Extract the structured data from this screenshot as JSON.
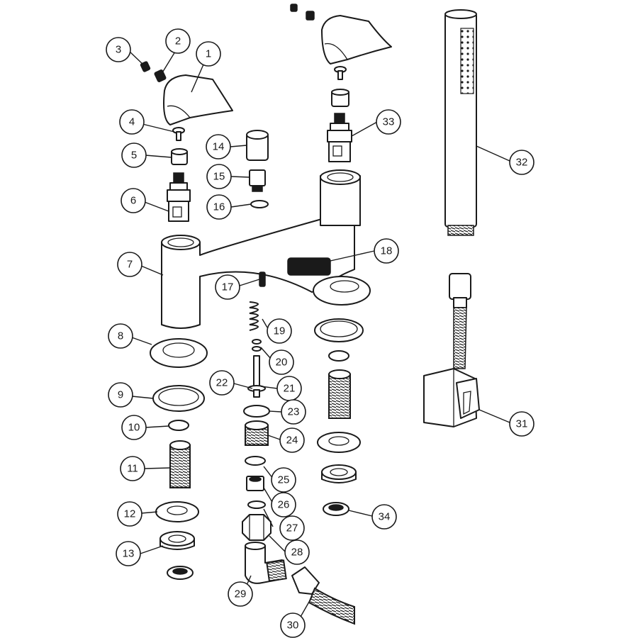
{
  "diagram": {
    "callouts": [
      {
        "id": "1",
        "label": "1"
      },
      {
        "id": "2",
        "label": "2"
      },
      {
        "id": "3",
        "label": "3"
      },
      {
        "id": "4",
        "label": "4"
      },
      {
        "id": "5",
        "label": "5"
      },
      {
        "id": "6",
        "label": "6"
      },
      {
        "id": "7",
        "label": "7"
      },
      {
        "id": "8",
        "label": "8"
      },
      {
        "id": "9",
        "label": "9"
      },
      {
        "id": "10",
        "label": "10"
      },
      {
        "id": "11",
        "label": "11"
      },
      {
        "id": "12",
        "label": "12"
      },
      {
        "id": "13",
        "label": "13"
      },
      {
        "id": "14",
        "label": "14"
      },
      {
        "id": "15",
        "label": "15"
      },
      {
        "id": "16",
        "label": "16"
      },
      {
        "id": "17",
        "label": "17"
      },
      {
        "id": "18",
        "label": "18"
      },
      {
        "id": "19",
        "label": "19"
      },
      {
        "id": "20",
        "label": "20"
      },
      {
        "id": "21",
        "label": "21"
      },
      {
        "id": "22",
        "label": "22"
      },
      {
        "id": "23",
        "label": "23"
      },
      {
        "id": "24",
        "label": "24"
      },
      {
        "id": "25",
        "label": "25"
      },
      {
        "id": "26",
        "label": "26"
      },
      {
        "id": "27",
        "label": "27"
      },
      {
        "id": "28",
        "label": "28"
      },
      {
        "id": "29",
        "label": "29"
      },
      {
        "id": "30",
        "label": "30"
      },
      {
        "id": "31",
        "label": "31"
      },
      {
        "id": "32",
        "label": "32"
      },
      {
        "id": "33",
        "label": "33"
      },
      {
        "id": "34",
        "label": "34"
      }
    ]
  }
}
